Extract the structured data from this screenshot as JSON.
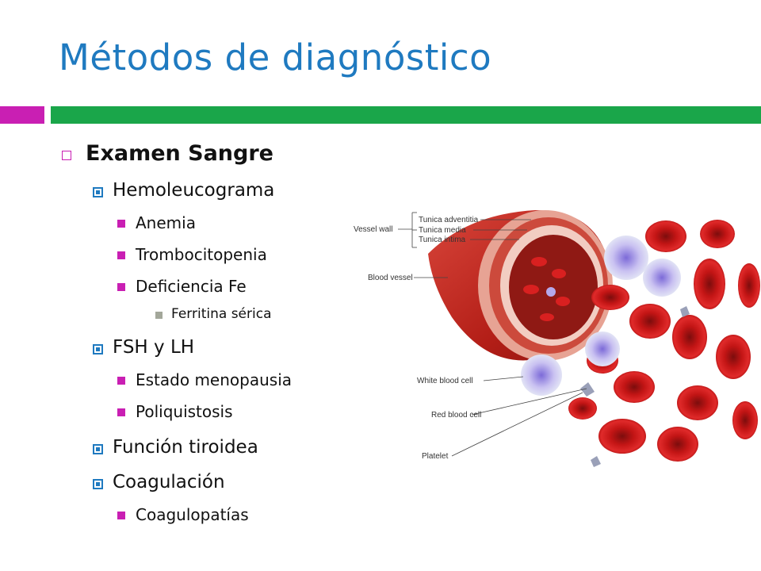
{
  "slide": {
    "title": "Métodos de diagnóstico",
    "colors": {
      "title": "#1f7ac0",
      "accent_magenta": "#c91fb3",
      "accent_green": "#1aa64a"
    }
  },
  "outline": {
    "heading": "Examen Sangre",
    "hemo": "Hemoleucograma",
    "anemia": "Anemia",
    "tromb": "Trombocitopenia",
    "fe": "Deficiencia Fe",
    "ferr": "Ferritina sérica",
    "fsh": "FSH y LH",
    "meno": "Estado menopausia",
    "poli": "Poliquistosis",
    "tiro": "Función tiroidea",
    "coag": "Coagulación",
    "coagpat": "Coagulopatías"
  },
  "illustration": {
    "labels": {
      "vessel_wall": "Vessel wall",
      "tunica_adventitia": "Tunica adventitia",
      "tunica_media": "Tunica media",
      "tunica_intima": "Tunica intima",
      "blood_vessel": "Blood vessel",
      "white_blood_cell": "White blood cell",
      "red_blood_cell": "Red blood cell",
      "platelet": "Platelet"
    }
  }
}
